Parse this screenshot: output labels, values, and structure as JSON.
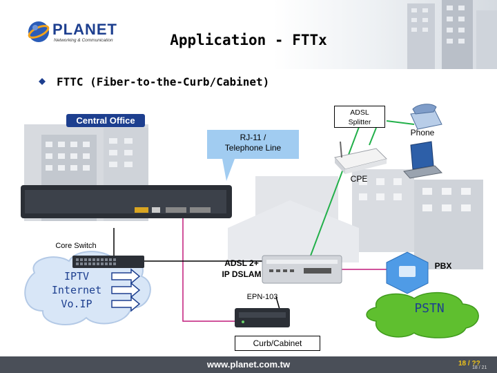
{
  "header": {
    "logo_text": "PLANET",
    "logo_tagline": "Networking & Communication",
    "title": "Application - FTTx"
  },
  "bullet": "FTTC (Fiber-to-the-Curb/Cabinet)",
  "labels": {
    "central_office": "Central Office",
    "rj11_line1": "RJ-11 /",
    "rj11_line2": "Telephone Line",
    "adsl_splitter_line1": "ADSL",
    "adsl_splitter_line2": "Splitter",
    "phone": "Phone",
    "cpe": "CPE",
    "core_switch": "Core Switch",
    "dslam_line1": "ADSL 2+",
    "dslam_line2": "IP DSLAM",
    "pbx": "PBX",
    "epn": "EPN-103",
    "pstn": "PSTN",
    "curb_cabinet": "Curb/Cabinet"
  },
  "services": [
    "IPTV",
    "Internet",
    "Vo.IP"
  ],
  "footer": {
    "url": "www.planet.com.tw",
    "page": "18 / ??",
    "page_small": "18 / 21"
  },
  "colors": {
    "planet_blue": "#1d3f8f",
    "callout_blue": "#2e8fe0",
    "link_green": "#22b04a",
    "link_magenta": "#c0187a",
    "pstn_green": "#5fbf2f",
    "footer_bg": "#4a4f58"
  }
}
